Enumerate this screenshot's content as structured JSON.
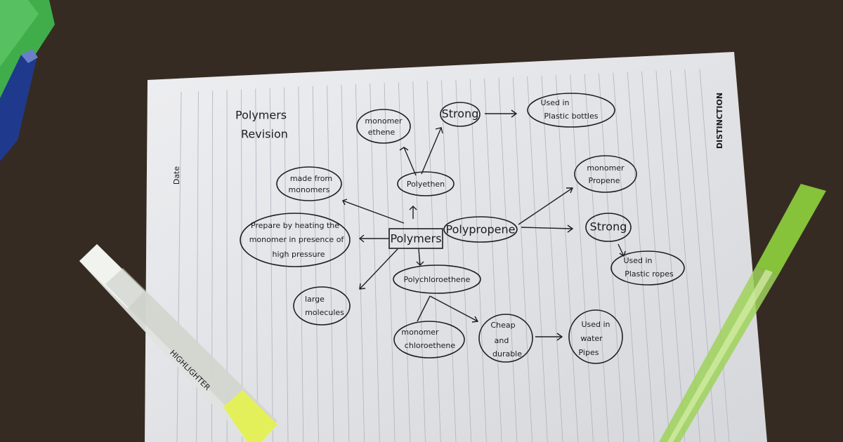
{
  "colors": {
    "desk": "#3b2e25",
    "paper": "#e8e9ec",
    "ink": "#1e1e26",
    "highlighter": "#cfd6cf",
    "pen": "#86c23a"
  },
  "page": {
    "title_line1": "Polymers",
    "title_line2": "Revision",
    "brand": "DISTINCTION",
    "date_label": "Date"
  },
  "nodes": {
    "center": "Polymers",
    "polyethene": "Polyethen",
    "monomer_ethene_1": "monomer",
    "monomer_ethene_2": "ethene",
    "strong_top": "Strong",
    "used_bottles_1": "Used in",
    "used_bottles_2": "Plastic bottles",
    "made_from_1": "made from",
    "made_from_2": "monomers",
    "prepare_1": "Prepare by heating the",
    "prepare_2": "monomer in presence of",
    "prepare_3": "high pressure",
    "large_1": "large",
    "large_2": "molecules",
    "polypropene": "Polypropene",
    "monomer_propene_1": "monomer",
    "monomer_propene_2": "Propene",
    "strong_right": "Strong",
    "used_ropes_1": "Used in",
    "used_ropes_2": "Plastic ropes",
    "polychloroethene": "Polychloroethene",
    "monomer_chloro_1": "monomer",
    "monomer_chloro_2": "chloroethene",
    "cheap_1": "Cheap",
    "cheap_2": "and",
    "cheap_3": "durable",
    "used_pipes_1": "Used in",
    "used_pipes_2": "water",
    "used_pipes_3": "Pipes"
  },
  "objects": {
    "highlighter_label": "HIGHLIGHTER"
  }
}
